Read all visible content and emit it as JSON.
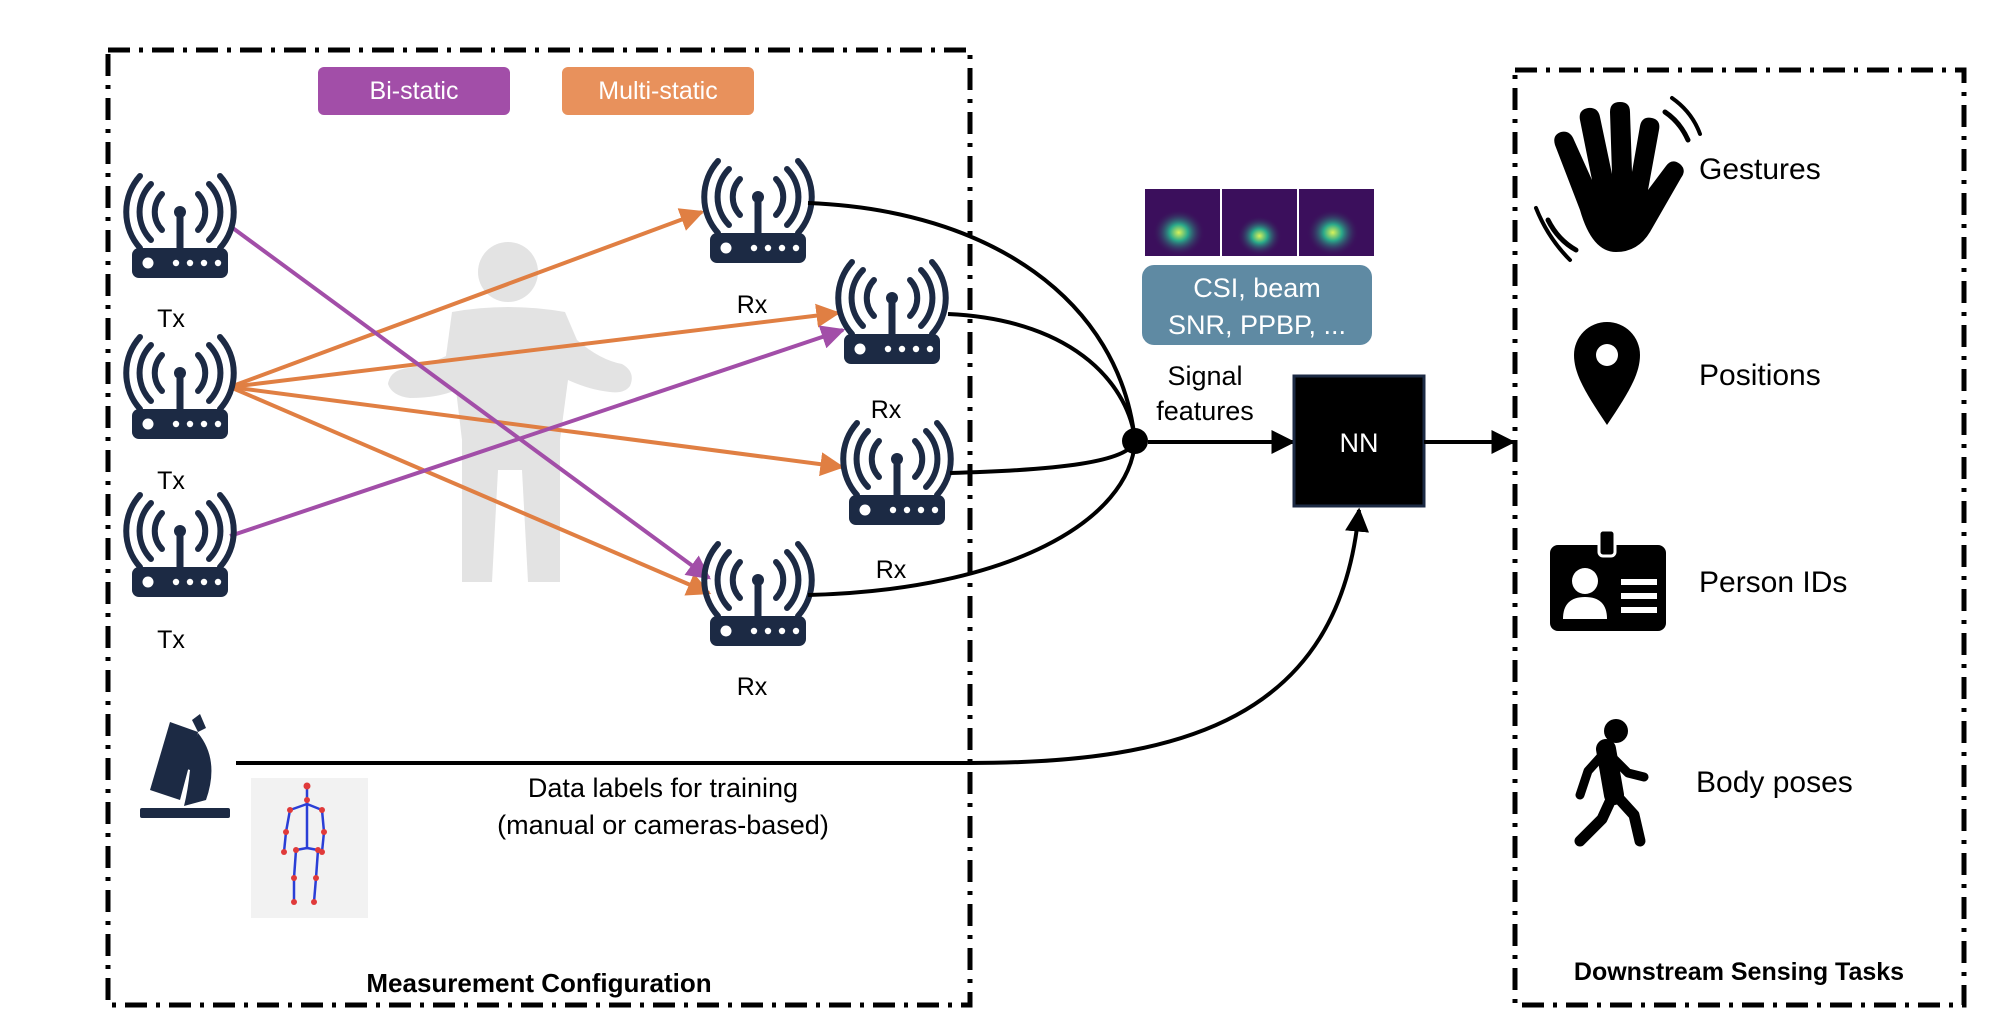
{
  "legend": {
    "bistatic": "Bi-static",
    "multistatic": "Multi-static",
    "bistatic_color": "#a24ea8",
    "multistatic_color": "#e07f43"
  },
  "transmitters": [
    {
      "label": "Tx"
    },
    {
      "label": "Tx"
    },
    {
      "label": "Tx"
    }
  ],
  "receivers": [
    {
      "label": "Rx"
    },
    {
      "label": "Rx"
    },
    {
      "label": "Rx"
    },
    {
      "label": "Rx"
    }
  ],
  "features_box": {
    "line1": "CSI, beam",
    "line2": "SNR, PPBP, ..."
  },
  "signal_features": {
    "line1": "Signal",
    "line2": "features"
  },
  "nn_label": "NN",
  "data_labels": {
    "line1": "Data labels for training",
    "line2": "(manual or cameras-based)"
  },
  "measurement_title": "Measurement Configuration",
  "downstream_title": "Downstream Sensing Tasks",
  "tasks": [
    {
      "label": "Gestures",
      "icon": "hand-wave-icon"
    },
    {
      "label": "Positions",
      "icon": "location-pin-icon"
    },
    {
      "label": "Person IDs",
      "icon": "id-card-icon"
    },
    {
      "label": "Body poses",
      "icon": "walking-person-icon"
    }
  ],
  "colors": {
    "device": "#1c2a44",
    "person": "#e3e3e3",
    "features_box": "#5f8aa3",
    "nn_box": "#000000"
  }
}
